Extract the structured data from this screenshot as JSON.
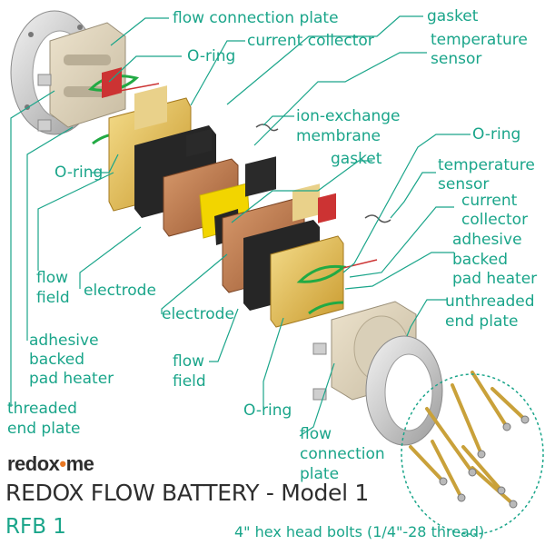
{
  "colors": {
    "accent": "#1aa58a",
    "text": "#2e2e2e",
    "logo_dot": "#e87722",
    "copper": "#c07a4a",
    "brass": "#d9b44a",
    "steel": "#bfbfbf",
    "black_gasket": "#2a2a2a",
    "yellow_membrane": "#f2d500"
  },
  "labels": {
    "flow_connection_plate_top": "flow connection plate",
    "o_ring_top": "O-ring",
    "current_collector_top": "current collector",
    "gasket_top": "gasket",
    "temperature_sensor_top_1": "temperature",
    "temperature_sensor_top_2": "sensor",
    "ion_exchange_1": "ion-exchange",
    "ion_exchange_2": "membrane",
    "o_ring_left": "O-ring",
    "gasket_mid": "gasket",
    "o_ring_right": "O-ring",
    "temperature_sensor_right_1": "temperature",
    "temperature_sensor_right_2": "sensor",
    "current_collector_right_1": "current",
    "current_collector_right_2": "collector",
    "adhesive_right_1": "adhesive",
    "adhesive_right_2": "backed",
    "adhesive_right_3": "pad heater",
    "unthreaded_1": "unthreaded",
    "unthreaded_2": "end plate",
    "flow_field_left_1": "flow",
    "flow_field_left_2": "field",
    "electrode_left": "electrode",
    "electrode_mid": "electrode",
    "adhesive_left_1": "adhesive",
    "adhesive_left_2": "backed",
    "adhesive_left_3": "pad heater",
    "flow_field_mid_1": "flow",
    "flow_field_mid_2": "field",
    "threaded_1": "threaded",
    "threaded_2": "end plate",
    "o_ring_bottom": "O-ring",
    "flow_conn_bottom_1": "flow",
    "flow_conn_bottom_2": "connection",
    "flow_conn_bottom_3": "plate",
    "bolts": "4\" hex head bolts (1/4\"-28 thread)"
  },
  "logo": {
    "main": "redox",
    "dot": "•",
    "tail": "me"
  },
  "title": "REDOX FLOW BATTERY - Model 1",
  "subtitle": "RFB 1"
}
